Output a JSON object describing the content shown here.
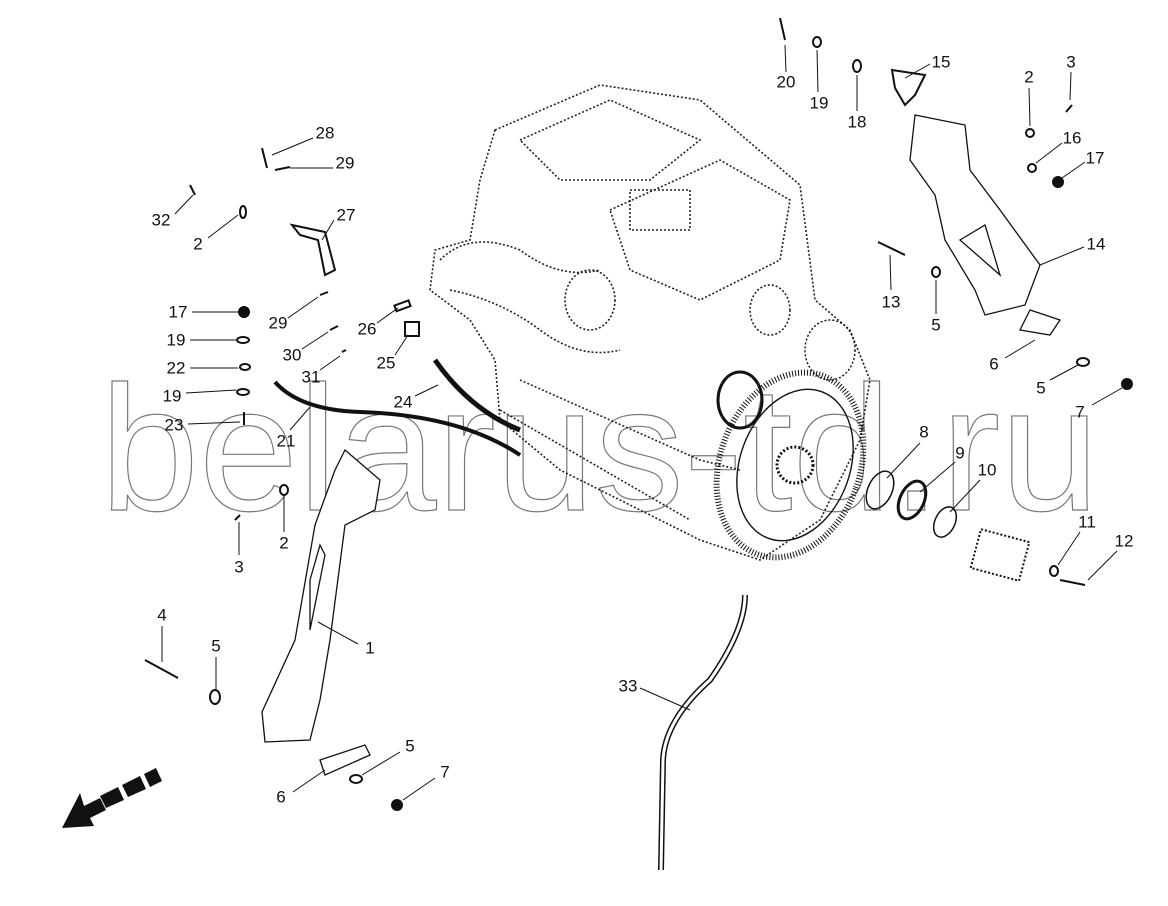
{
  "diagram": {
    "watermark": "belarus-td.ru",
    "callouts": [
      "20",
      "19",
      "18",
      "15",
      "2",
      "3",
      "16",
      "17",
      "14",
      "13",
      "5",
      "6",
      "5",
      "7",
      "8",
      "9",
      "10",
      "11",
      "12",
      "28",
      "29",
      "32",
      "2",
      "27",
      "17",
      "29",
      "26",
      "19",
      "30",
      "25",
      "22",
      "31",
      "19",
      "24",
      "23",
      "21",
      "3",
      "2",
      "4",
      "5",
      "1",
      "33",
      "5",
      "6",
      "7"
    ],
    "direction_arrow": "front-direction-arrow"
  }
}
